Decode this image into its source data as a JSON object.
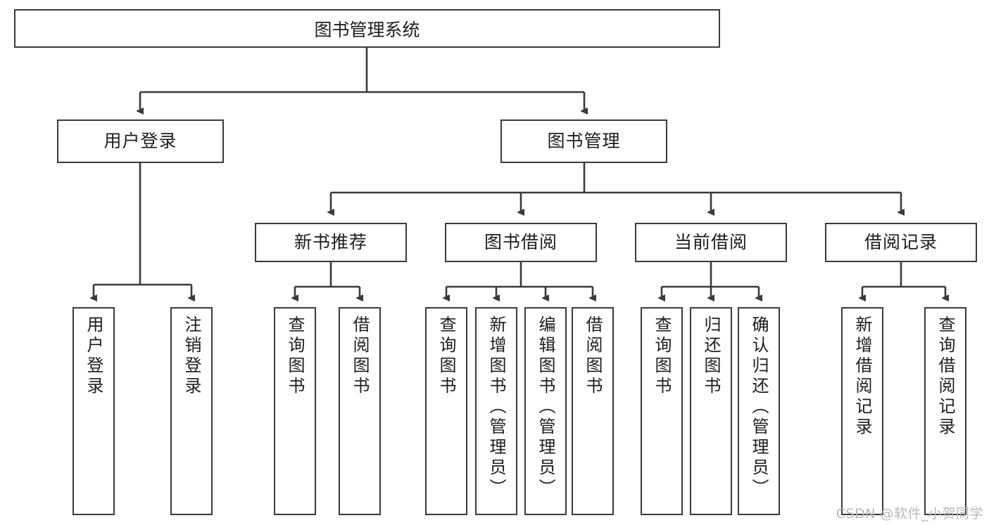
{
  "diagram": {
    "title_node": {
      "label": "图书管理系统"
    },
    "level2": [
      {
        "label": "用户登录"
      },
      {
        "label": "图书管理"
      }
    ],
    "level3": [
      {
        "label": "新书推荐"
      },
      {
        "label": "图书借阅"
      },
      {
        "label": "当前借阅"
      },
      {
        "label": "借阅记录"
      }
    ],
    "leaves": [
      {
        "label": "用户登录"
      },
      {
        "label": "注销登录"
      },
      {
        "label": "查询图书"
      },
      {
        "label": "借阅图书"
      },
      {
        "label": "查询图书"
      },
      {
        "label": "新增图书（管理员）"
      },
      {
        "label": "编辑图书（管理员）"
      },
      {
        "label": "借阅图书"
      },
      {
        "label": "查询图书"
      },
      {
        "label": "归还图书"
      },
      {
        "label": "确认归还（管理员）"
      },
      {
        "label": "新增借阅记录"
      },
      {
        "label": "查询借阅记录"
      }
    ]
  },
  "watermark": {
    "text": "CSDN @软件_小贺同学"
  },
  "colors": {
    "stroke": "#3a3a3a",
    "text": "#1d1d1d",
    "background": "#ffffff",
    "watermark": "#b9b9b9"
  }
}
